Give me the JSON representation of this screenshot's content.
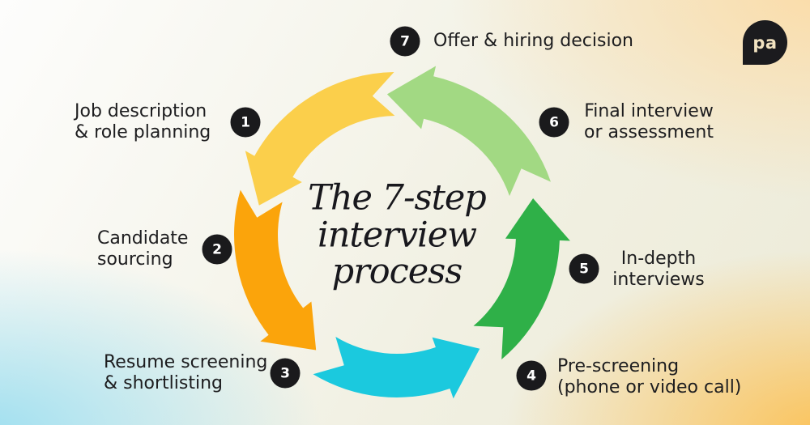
{
  "title": {
    "lines": [
      "The 7-step",
      "interview",
      "process"
    ]
  },
  "logo": {
    "text": "pa"
  },
  "colors": {
    "text": "#1d1d1f",
    "title": "#18181d",
    "badge_bg": "#1a1a1c",
    "badge_fg": "#ffffff",
    "logo_bg": "#1b1b1e",
    "logo_fg": "#f2e3c1",
    "bg_top_left": "#fdfdfc",
    "bg_top_right": "#fbdcа8",
    "bg_bottom_left": "#9fdff0",
    "bg_bottom_right": "#fbc35b"
  },
  "steps": [
    {
      "num": "1",
      "lines": [
        "Job description",
        "& role planning"
      ]
    },
    {
      "num": "2",
      "lines": [
        "Candidate",
        "sourcing"
      ]
    },
    {
      "num": "3",
      "lines": [
        "Resume screening",
        "& shortlisting"
      ]
    },
    {
      "num": "4",
      "lines": [
        "Pre-screening",
        "(phone or video call)"
      ]
    },
    {
      "num": "5",
      "lines": [
        "In-depth",
        "interviews"
      ]
    },
    {
      "num": "6",
      "lines": [
        "Final interview",
        "or assessment"
      ]
    },
    {
      "num": "7",
      "lines": [
        "Offer & hiring decision"
      ]
    }
  ],
  "wheel": {
    "arrows": [
      {
        "name": "arrow-step1-top-left",
        "color": "#FBCF4B"
      },
      {
        "name": "arrow-step2-left",
        "color": "#FBA40B"
      },
      {
        "name": "arrow-step3-bottom",
        "color": "#1BC9DE"
      },
      {
        "name": "arrow-step4-right",
        "color": "#2FB048"
      },
      {
        "name": "arrow-step6-top-right",
        "color": "#A2D983"
      }
    ]
  }
}
